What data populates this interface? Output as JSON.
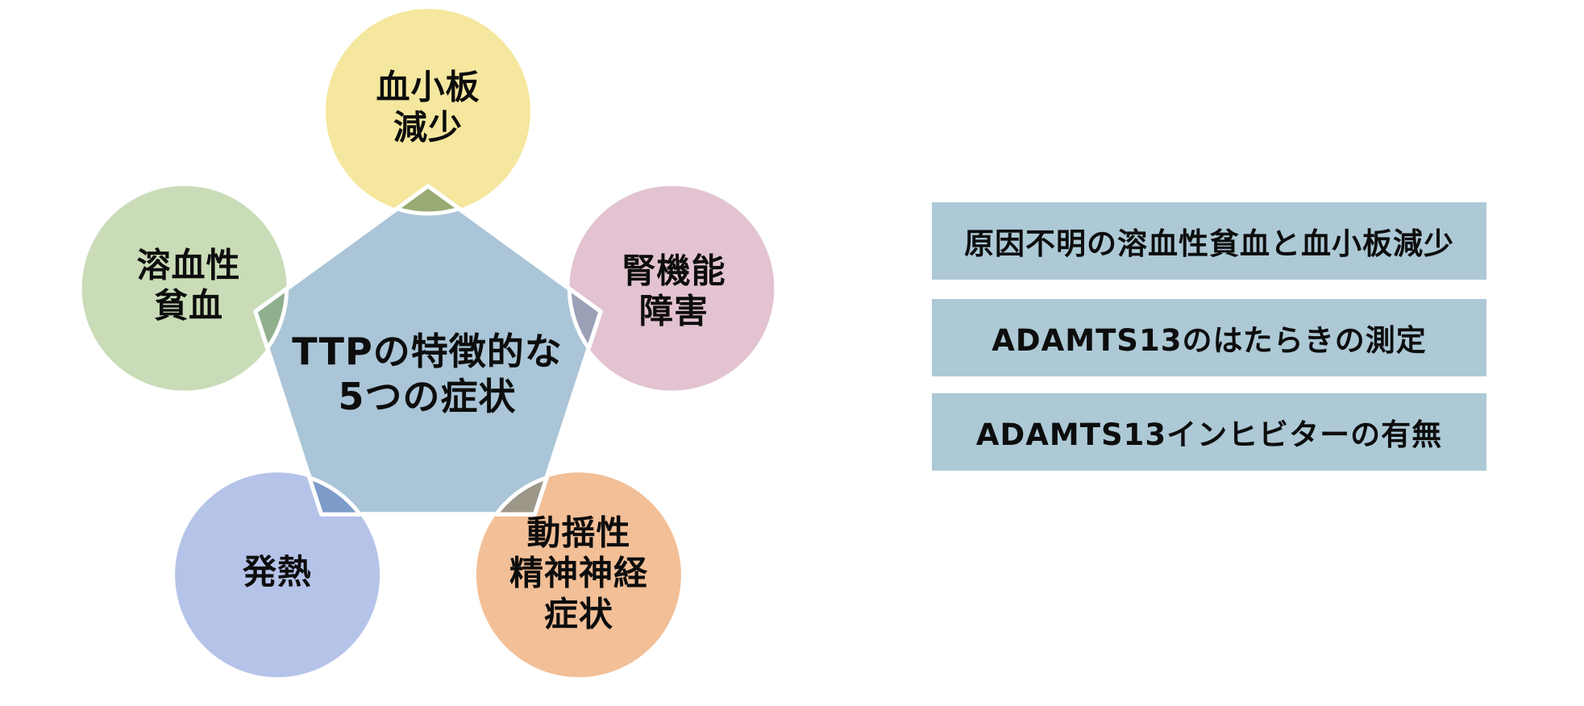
{
  "page": {
    "background": "#ffffff"
  },
  "diagram": {
    "center_label": "TTPの特徴的な\n5つの症状",
    "pentagon_color": "#AAC5D7",
    "outline_color": "#ffffff",
    "circles": [
      {
        "position": "top",
        "label": "血小板\n減少",
        "color": "#F5E79E",
        "overlap_color": "#99AB74"
      },
      {
        "position": "right",
        "label": "腎機能\n障害",
        "color": "#E3C3D1",
        "overlap_color": "#9CA0B7"
      },
      {
        "position": "bottom-right",
        "label": "動揺性\n精神神経\n症状",
        "color": "#F2BF97",
        "overlap_color": "#9C9789"
      },
      {
        "position": "bottom-left",
        "label": "発熱",
        "color": "#B5C3E9",
        "overlap_color": "#7E9CCA"
      },
      {
        "position": "left",
        "label": "溶血性\n貧血",
        "color": "#C9DCB7",
        "overlap_color": "#8FAF8D"
      }
    ]
  },
  "criteria": {
    "box_color": "#ADC9D6",
    "items": [
      {
        "label": "原因不明の溶血性貧血と血小板減少"
      },
      {
        "label": "ADAMTS13のはたらきの測定"
      },
      {
        "label": "ADAMTS13インヒビターの有無"
      }
    ]
  }
}
